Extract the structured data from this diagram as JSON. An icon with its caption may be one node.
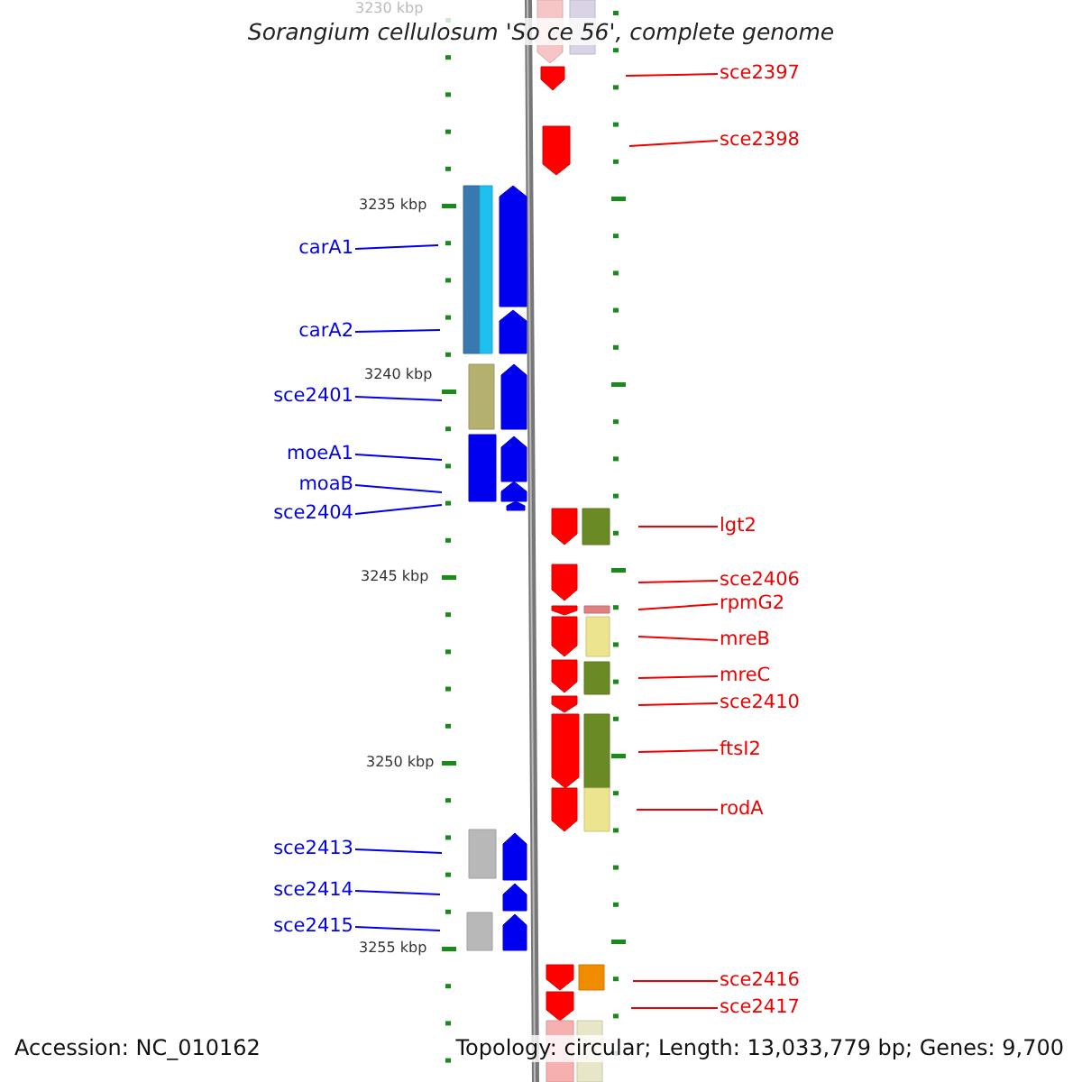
{
  "diagram": {
    "title": "Sorangium cellulosum 'So ce 56', complete genome",
    "nodes": [
      {
        "text": [
          "sce2397"
        ]
      },
      {
        "text": [
          "sce2398"
        ]
      },
      {
        "text": [
          "carA1"
        ]
      },
      {
        "text": [
          "carA2"
        ]
      },
      {
        "text": [
          "sce2401"
        ]
      },
      {
        "text": [
          "moeA1"
        ]
      },
      {
        "text": [
          "moaB"
        ]
      },
      {
        "text": [
          "sce2404"
        ]
      },
      {
        "text": [
          "lgt2"
        ]
      },
      {
        "text": [
          "sce2406"
        ]
      },
      {
        "text": [
          "rpmG2"
        ]
      },
      {
        "text": [
          "mreB"
        ]
      },
      {
        "text": [
          "mreC"
        ]
      },
      {
        "text": [
          "sce2410"
        ]
      },
      {
        "text": [
          "ftsI2"
        ]
      },
      {
        "text": [
          "rodA"
        ]
      },
      {
        "text": [
          "sce2413"
        ]
      },
      {
        "text": [
          "sce2414"
        ]
      },
      {
        "text": [
          "sce2415"
        ]
      },
      {
        "text": [
          "sce2416"
        ]
      },
      {
        "text": [
          "sce2417"
        ]
      }
    ],
    "edges": [
      {
        "from": 0,
        "to": null,
        "arrow": "none"
      },
      {
        "from": 1,
        "to": null,
        "arrow": "none"
      },
      {
        "from": 2,
        "to": null,
        "arrow": "none",
        "color": "#0000ee"
      },
      {
        "from": 3,
        "to": null,
        "arrow": "none",
        "color": "#0000ee"
      },
      {
        "from": 4,
        "to": null,
        "arrow": "none",
        "color": "#0000ee"
      },
      {
        "from": 5,
        "to": null,
        "arrow": "none",
        "color": "#0000ee"
      },
      {
        "from": 6,
        "to": null,
        "arrow": "none",
        "color": "#0000ee"
      },
      {
        "from": 7,
        "to": null,
        "arrow": "none",
        "color": "#0000ee"
      },
      {
        "from": 8,
        "to": null,
        "arrow": "none"
      },
      {
        "from": 9,
        "to": null,
        "arrow": "none"
      },
      {
        "from": 10,
        "to": null,
        "arrow": "none"
      },
      {
        "from": 11,
        "to": null,
        "arrow": "none"
      },
      {
        "from": 12,
        "to": null,
        "arrow": "none"
      },
      {
        "from": 13,
        "to": null,
        "arrow": "none"
      },
      {
        "from": 14,
        "to": null,
        "arrow": "none"
      },
      {
        "from": 15,
        "to": null,
        "arrow": "none"
      },
      {
        "from": 16,
        "to": null,
        "arrow": "none",
        "color": "#0000ee"
      },
      {
        "from": 17,
        "to": null,
        "arrow": "none",
        "color": "#0000ee"
      },
      {
        "from": 18,
        "to": null,
        "arrow": "none",
        "color": "#0000ee"
      },
      {
        "from": 19,
        "to": null,
        "arrow": "none"
      },
      {
        "from": 20,
        "to": null,
        "arrow": "none"
      }
    ],
    "labels": [
      "3230 kbp",
      "3235 kbp",
      "3240 kbp",
      "3245 kbp",
      "3250 kbp",
      "3255 kbp",
      "Accession: NC_010162",
      "Topology: circular; Length: 13,033,779 bp; Genes: 9,700"
    ]
  }
}
